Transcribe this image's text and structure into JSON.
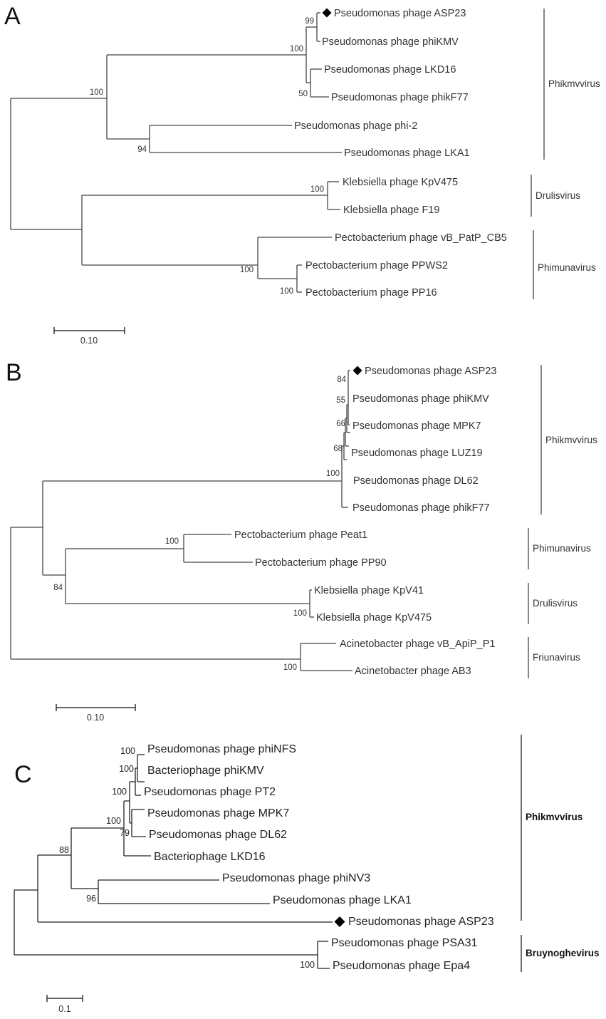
{
  "panels": [
    {
      "label": "A",
      "leaves": [
        "Pseudomonas phage ASP23",
        "Pseudomonas phage phiKMV",
        "Pseudomonas phage LKD16",
        "Pseudomonas phage phikF77",
        "Pseudomonas phage phi-2",
        "Pseudomonas phage LKA1",
        "Klebsiella phage KpV475",
        "Klebsiella phage F19",
        "Pectobacterium phage vB_PatP_CB5",
        "Pectobacterium phage PPWS2",
        "Pectobacterium phage PP16"
      ],
      "bootstrap": [
        "99",
        "100",
        "50",
        "100",
        "94",
        "100",
        "100",
        "100"
      ],
      "genera": [
        "Phikmvvirus",
        "Drulisvirus",
        "Phimunavirus"
      ],
      "scale_label": "0.10",
      "marked_leaf": "Pseudomonas phage ASP23"
    },
    {
      "label": "B",
      "leaves": [
        "Pseudomonas phage ASP23",
        "Pseudomonas phage phiKMV",
        "Pseudomonas phage MPK7",
        "Pseudomonas phage LUZ19",
        "Pseudomonas phage DL62",
        "Pseudomonas phage phikF77",
        "Pectobacterium phage Peat1",
        "Pectobacterium phage PP90",
        "Klebsiella phage KpV41",
        "Klebsiella phage KpV475",
        "Acinetobacter phage vB_ApiP_P1",
        "Acinetobacter phage AB3"
      ],
      "bootstrap": [
        "84",
        "55",
        "66",
        "68",
        "100",
        "100",
        "84",
        "100",
        "100"
      ],
      "genera": [
        "Phikmvvirus",
        "Phimunavirus",
        "Drulisvirus",
        "Friunavirus"
      ],
      "scale_label": "0.10",
      "marked_leaf": "Pseudomonas phage ASP23"
    },
    {
      "label": "C",
      "leaves": [
        "Pseudomonas phage phiNFS",
        "Bacteriophage phiKMV",
        "Pseudomonas phage PT2",
        "Pseudomonas phage MPK7",
        "Pseudomonas phage DL62",
        "Bacteriophage LKD16",
        "Pseudomonas phage phiNV3",
        "Pseudomonas phage LKA1",
        "Pseudomonas phage ASP23",
        "Pseudomonas phage PSA31",
        "Pseudomonas phage Epa4"
      ],
      "bootstrap": [
        "100",
        "100",
        "100",
        "100",
        "79",
        "88",
        "96",
        "100"
      ],
      "genera": [
        "Phikmvvirus",
        "Bruynoghevirus"
      ],
      "scale_label": "0.1",
      "marked_leaf": "Pseudomonas phage ASP23"
    }
  ],
  "colors": {
    "ink": "#333333",
    "marker": "#000000"
  },
  "icons": {
    "marker": "diamond-marker-icon"
  }
}
